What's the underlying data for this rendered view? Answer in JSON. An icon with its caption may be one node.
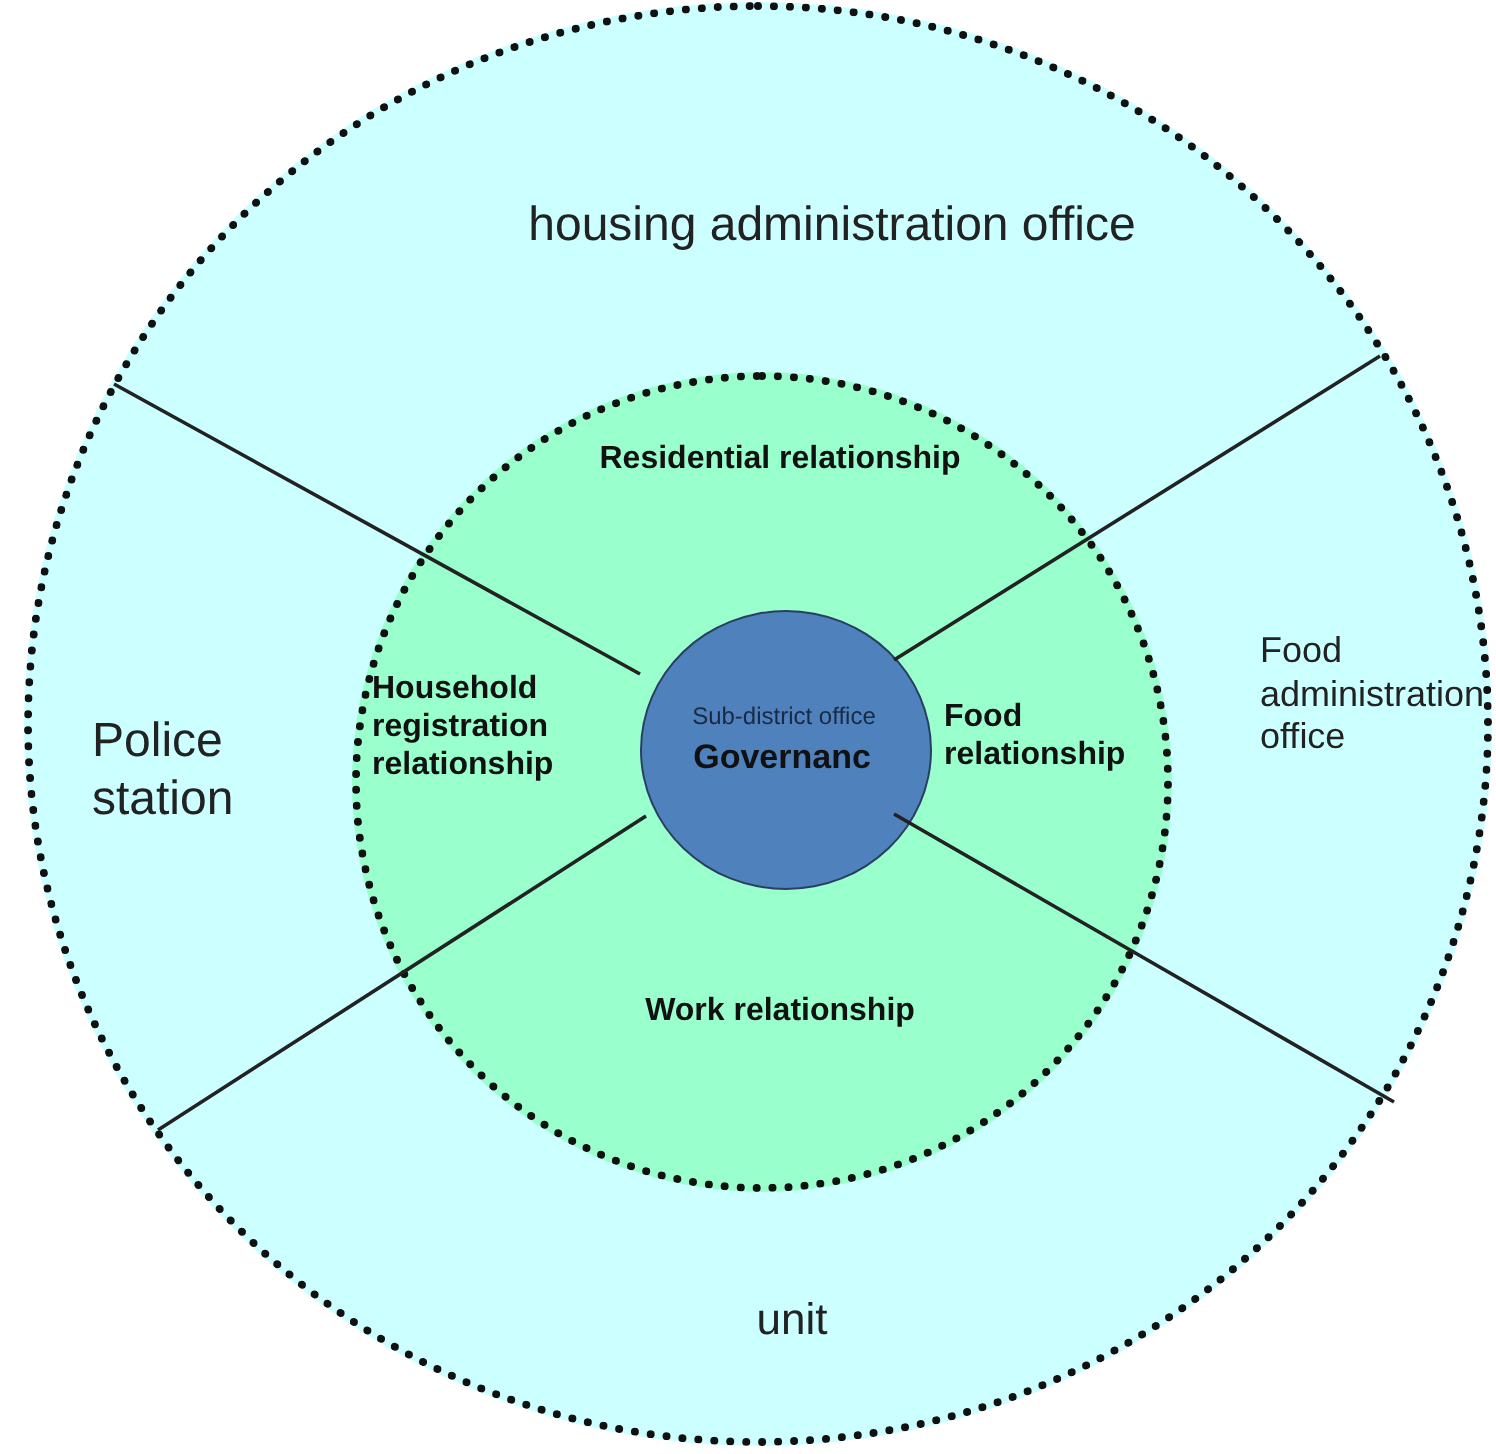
{
  "diagram": {
    "nodes": [
      {
        "text": [
          "housing administration office",
          "Police station",
          "Food administration office",
          "unit"
        ]
      },
      {
        "text": [
          "Residential relationship",
          "Household registration relationship",
          "Food relationship",
          "Work relationship"
        ],
        "in": 0
      },
      {
        "text": [
          "Sub-district office",
          "Governanc"
        ],
        "in": 1
      }
    ]
  }
}
